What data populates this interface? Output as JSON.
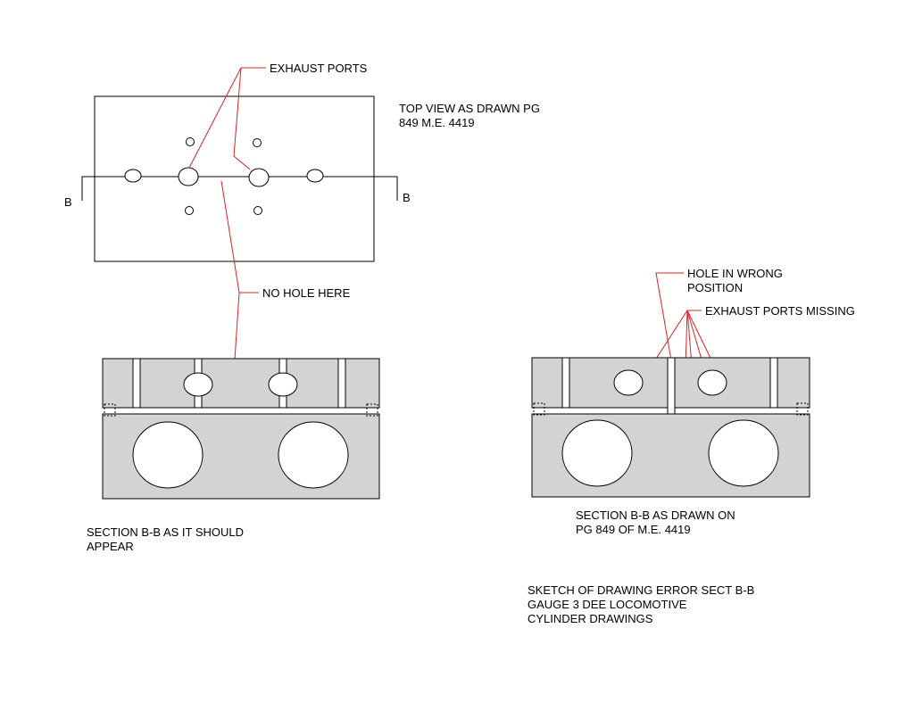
{
  "colors": {
    "section_fill": "#d3d3d3",
    "leader": "#e02020",
    "line": "#000000",
    "background": "#ffffff"
  },
  "top_view": {
    "caption_line1": "TOP VIEW AS DRAWN PG",
    "caption_line2": "849 M.E. 4419",
    "section_label_left": "B",
    "section_label_right": "B"
  },
  "callouts": {
    "exhaust_ports": "EXHAUST PORTS",
    "no_hole_here": "NO HOLE HERE",
    "hole_wrong_line1": "HOLE IN WRONG",
    "hole_wrong_line2": "POSITION",
    "exhaust_missing": "EXHAUST PORTS MISSING"
  },
  "section_correct": {
    "caption_line1": "SECTION B-B AS IT SHOULD",
    "caption_line2": "APPEAR"
  },
  "section_drawn": {
    "caption_line1": "SECTION B-B AS DRAWN ON",
    "caption_line2": "PG 849 OF M.E. 4419"
  },
  "title_block": {
    "line1": "SKETCH OF DRAWING ERROR SECT B-B",
    "line2": "GAUGE 3 DEE LOCOMOTIVE",
    "line3": "CYLINDER DRAWINGS"
  }
}
